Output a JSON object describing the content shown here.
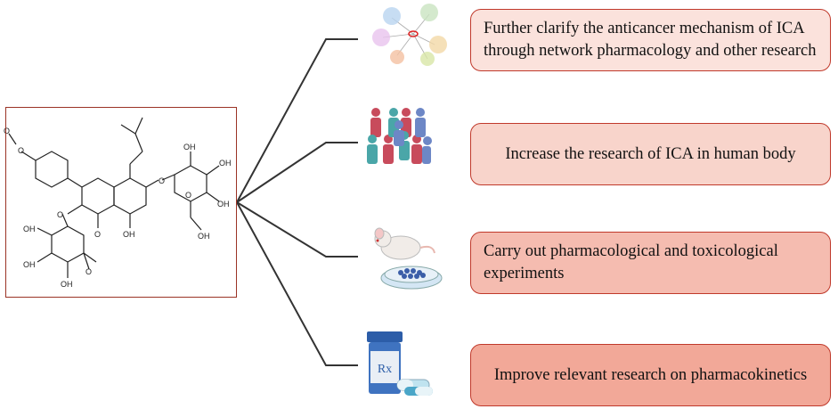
{
  "boxes": [
    {
      "text": "Further clarify the anticancer mechanism of ICA through network pharmacology and other research"
    },
    {
      "text": "Increase the research of ICA in human body"
    },
    {
      "text": "Carry out pharmacological and toxicological experiments"
    },
    {
      "text": "Improve relevant research on pharmacokinetics"
    }
  ],
  "molecule": {
    "labels": [
      "O",
      "O",
      "O",
      "O",
      "OH",
      "OH",
      "OH",
      "OH",
      "OH",
      "OH",
      "OH",
      "OH",
      "O",
      "O",
      "O"
    ]
  },
  "icons": [
    "network-icon",
    "people-crowd-icon",
    "mouse-petri-dish-icon",
    "rx-pill-bottle-icon"
  ],
  "icon_text": {
    "rx": "Rx"
  },
  "colors": {
    "box_border": "#c0392b",
    "line": "#333333",
    "frame": "#9b3325"
  }
}
